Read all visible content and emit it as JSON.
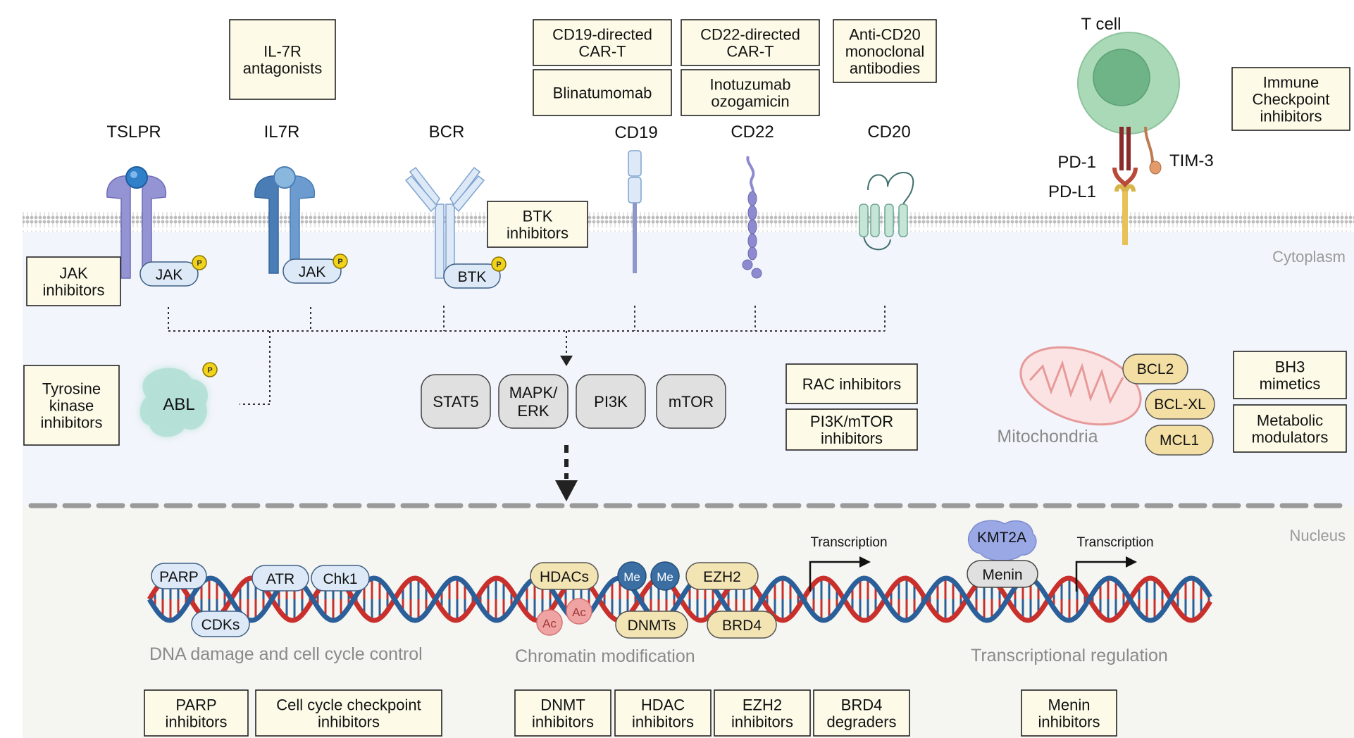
{
  "colors": {
    "cytoplasm": "#f2f5fb",
    "nucleus": "#f5f5f1",
    "drug_box_fill": "#fdfbe8",
    "pathway_node": "#e0e0e0",
    "receptor_purple": "#8f8fd0",
    "receptor_blue": "#4d7fb4",
    "kinase_pill": "#dde9f7",
    "epigenetic_pill": "#f3e4b4",
    "dna_red": "#c9302c",
    "dna_blue": "#2a5f9a",
    "t_cell": "#a7d5b1",
    "mitochondria": "#f0a9a9",
    "bcl_pill": "#f3dfa3"
  },
  "regions": {
    "cytoplasm": "Cytoplasm",
    "nucleus": "Nucleus",
    "mitochondria": "Mitochondria",
    "t_cell": "T cell"
  },
  "receptors": {
    "tslpr": "TSLPR",
    "il7r": "IL7R",
    "bcr": "BCR",
    "cd19": "CD19",
    "cd22": "CD22",
    "cd20": "CD20",
    "pd1": "PD-1",
    "pdl1": "PD-L1",
    "tim3": "TIM-3"
  },
  "kinases": {
    "jak1": "JAK",
    "jak2": "JAK",
    "btk": "BTK",
    "abl": "ABL",
    "phospho": "P"
  },
  "pathway": {
    "nodes": [
      {
        "label_lines": [
          "STAT5"
        ]
      },
      {
        "label_lines": [
          "MAPK/",
          "ERK"
        ]
      },
      {
        "label_lines": [
          "PI3K"
        ]
      },
      {
        "label_lines": [
          "mTOR"
        ]
      }
    ]
  },
  "apoptosis": {
    "bcl2": "BCL2",
    "bclxl": "BCL-XL",
    "mcl1": "MCL1"
  },
  "drug_boxes": [
    {
      "key": "il7r_antagonists",
      "lines": [
        "IL-7R",
        "antagonists"
      ]
    },
    {
      "key": "cd19_cart",
      "lines": [
        "CD19-directed",
        "CAR-T"
      ]
    },
    {
      "key": "blinatumomab",
      "lines": [
        "Blinatumomab"
      ]
    },
    {
      "key": "cd22_cart",
      "lines": [
        "CD22-directed",
        "CAR-T"
      ]
    },
    {
      "key": "inotuzumab",
      "lines": [
        "Inotuzumab",
        "ozogamicin"
      ]
    },
    {
      "key": "anti_cd20",
      "lines": [
        "Anti-CD20",
        "monoclonal",
        "antibodies"
      ]
    },
    {
      "key": "checkpoint",
      "lines": [
        "Immune",
        "Checkpoint",
        "inhibitors"
      ]
    },
    {
      "key": "btk_inhibitors",
      "lines": [
        "BTK",
        "inhibitors"
      ]
    },
    {
      "key": "jak_inhibitors",
      "lines": [
        "JAK",
        "inhibitors"
      ]
    },
    {
      "key": "tki",
      "lines": [
        "Tyrosine",
        "kinase",
        "inhibitors"
      ]
    },
    {
      "key": "rac_inhibitors",
      "lines": [
        "RAC inhibitors"
      ]
    },
    {
      "key": "pi3k_mtor",
      "lines": [
        "PI3K/mTOR",
        "inhibitors"
      ]
    },
    {
      "key": "bh3",
      "lines": [
        "BH3",
        "mimetics"
      ]
    },
    {
      "key": "metabolic",
      "lines": [
        "Metabolic",
        "modulators"
      ]
    },
    {
      "key": "parp_inhibitors",
      "lines": [
        "PARP",
        "inhibitors"
      ]
    },
    {
      "key": "cell_cycle",
      "lines": [
        "Cell cycle checkpoint",
        "inhibitors"
      ]
    },
    {
      "key": "dnmt_inhibitors",
      "lines": [
        "DNMT",
        "inhibitors"
      ]
    },
    {
      "key": "hdac_inhibitors",
      "lines": [
        "HDAC",
        "inhibitors"
      ]
    },
    {
      "key": "ezh2_inhibitors",
      "lines": [
        "EZH2",
        "inhibitors"
      ]
    },
    {
      "key": "brd4_degraders",
      "lines": [
        "BRD4",
        "degraders"
      ]
    },
    {
      "key": "menin_inhibitors",
      "lines": [
        "Menin",
        "inhibitors"
      ]
    }
  ],
  "nucleus": {
    "parp": "PARP",
    "cdks": "CDKs",
    "atr": "ATR",
    "chk1": "Chk1",
    "hdacs": "HDACs",
    "ac1": "Ac",
    "ac2": "Ac",
    "me1": "Me",
    "me2": "Me",
    "ezh2": "EZH2",
    "dnmts": "DNMTs",
    "brd4": "BRD4",
    "kmt2a": "KMT2A",
    "menin": "Menin",
    "transcription1": "Transcription",
    "transcription2": "Transcription",
    "section_dna_damage": "DNA damage and cell cycle control",
    "section_chromatin": "Chromatin modification",
    "section_transcription": "Transcriptional regulation"
  }
}
